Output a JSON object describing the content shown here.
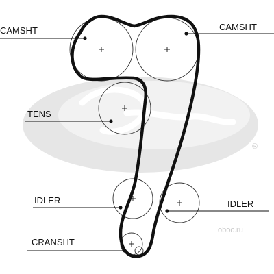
{
  "labels": {
    "camshaft_left": "CAMSHT",
    "camshaft_right": "CAMSHT",
    "tensioner": "TENS",
    "idler_left": "IDLER",
    "idler_right": "IDLER",
    "crankshaft": "CRANSHT"
  },
  "watermark": {
    "text": "oboo",
    "domain": ".ru",
    "registered_mark": "®"
  },
  "colors": {
    "belt": "#111111",
    "logo_swoosh": "#e4e4e4",
    "watermark_text": "#c9c9c9"
  }
}
